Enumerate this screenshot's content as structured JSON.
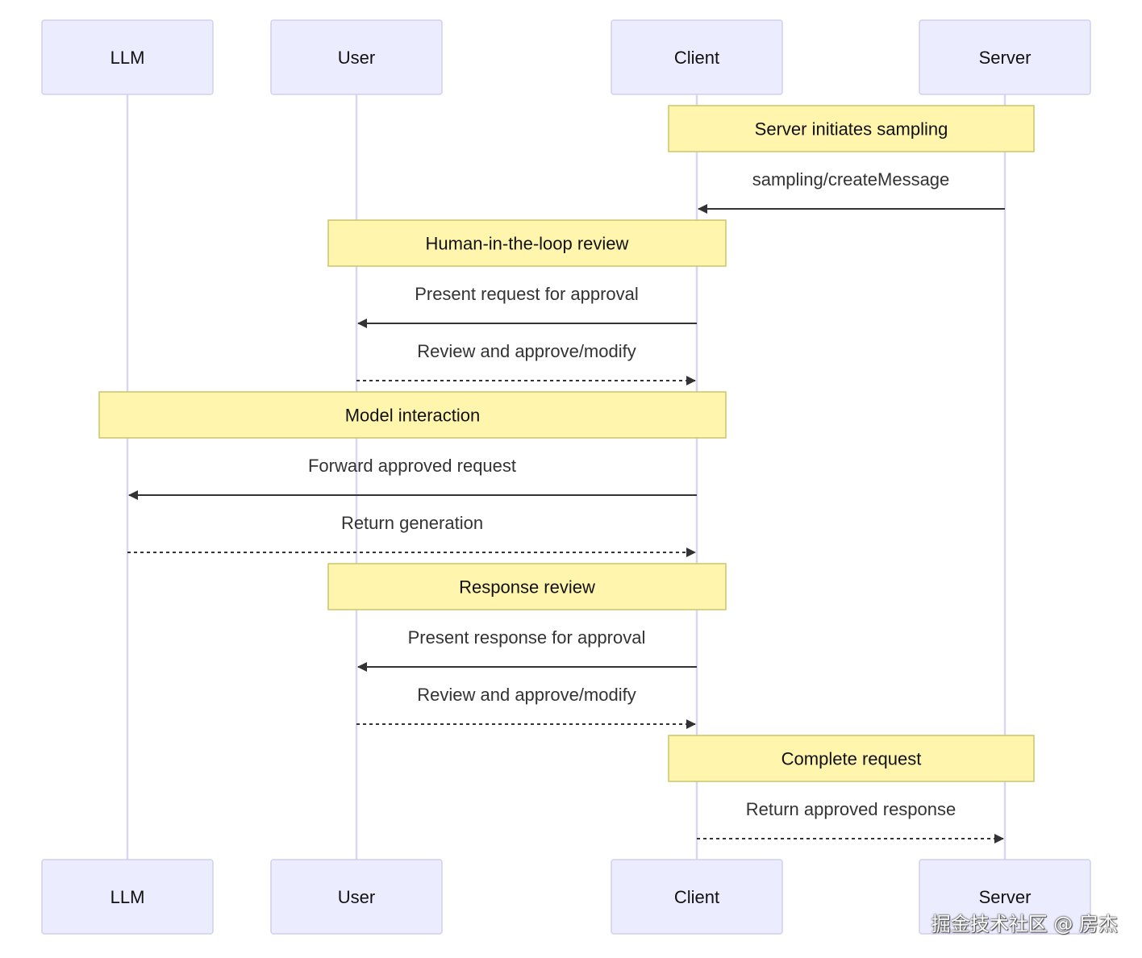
{
  "actors": [
    "LLM",
    "User",
    "Client",
    "Server"
  ],
  "steps": [
    {
      "kind": "note",
      "text": "Server initiates sampling",
      "over": [
        "Client",
        "Server"
      ]
    },
    {
      "kind": "message",
      "from": "Server",
      "to": "Client",
      "text": "sampling/createMessage",
      "style": "solid"
    },
    {
      "kind": "note",
      "text": "Human-in-the-loop review",
      "over": [
        "User",
        "Client"
      ]
    },
    {
      "kind": "message",
      "from": "Client",
      "to": "User",
      "text": "Present request for approval",
      "style": "solid"
    },
    {
      "kind": "message",
      "from": "User",
      "to": "Client",
      "text": "Review and approve/modify",
      "style": "dashed"
    },
    {
      "kind": "note",
      "text": "Model interaction",
      "over": [
        "LLM",
        "Client"
      ]
    },
    {
      "kind": "message",
      "from": "Client",
      "to": "LLM",
      "text": "Forward approved request",
      "style": "solid"
    },
    {
      "kind": "message",
      "from": "LLM",
      "to": "Client",
      "text": "Return generation",
      "style": "dashed"
    },
    {
      "kind": "note",
      "text": "Response review",
      "over": [
        "User",
        "Client"
      ]
    },
    {
      "kind": "message",
      "from": "Client",
      "to": "User",
      "text": "Present response for approval",
      "style": "solid"
    },
    {
      "kind": "message",
      "from": "User",
      "to": "Client",
      "text": "Review and approve/modify",
      "style": "dashed"
    },
    {
      "kind": "note",
      "text": "Complete request",
      "over": [
        "Client",
        "Server"
      ]
    },
    {
      "kind": "message",
      "from": "Client",
      "to": "Server",
      "text": "Return approved response",
      "style": "dashed"
    }
  ],
  "watermark": "掘金技术社区 @ 房杰",
  "colors": {
    "actor_fill": "#ECECFF",
    "actor_stroke": "#D2CFEF",
    "lifeline": "#D9D6F2",
    "note_fill": "#FFF5AD",
    "note_stroke": "#C8C66A",
    "arrow": "#333333"
  }
}
